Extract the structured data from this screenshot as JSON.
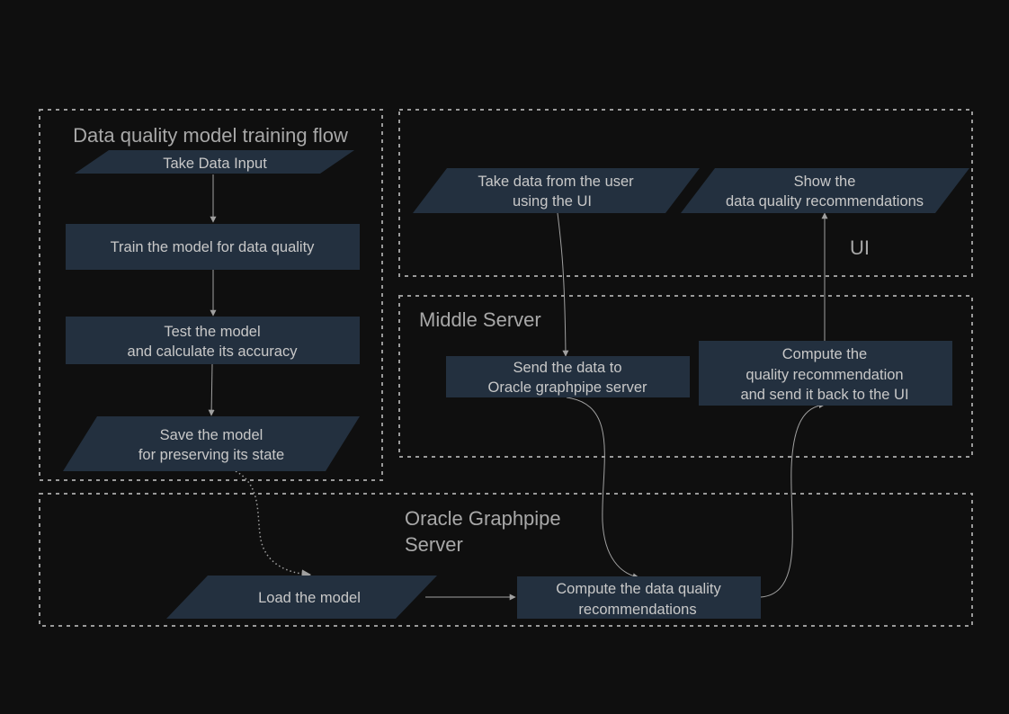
{
  "zones": {
    "training": "Data quality model training flow",
    "ui": "UI",
    "middle": "Middle Server",
    "graphpipe": [
      "Oracle Graphpipe",
      "Server"
    ]
  },
  "nodes": {
    "take_data_input": [
      "Take Data Input"
    ],
    "train_model": [
      "Train the model for data quality"
    ],
    "test_model": [
      "Test the model",
      "and calculate its accuracy"
    ],
    "save_model": [
      "Save the model",
      "for preserving its state"
    ],
    "take_user_data": [
      "Take data from the user",
      "using the UI"
    ],
    "show_recommendations": [
      "Show the",
      "data quality recommendations"
    ],
    "send_data": [
      "Send the data to",
      "Oracle graphpipe server"
    ],
    "compute_send_back": [
      "Compute the",
      "quality recommendation",
      "and send it back to the UI"
    ],
    "load_model": [
      "Load the model"
    ],
    "compute_quality": [
      "Compute the data quality",
      "recommendations"
    ]
  }
}
